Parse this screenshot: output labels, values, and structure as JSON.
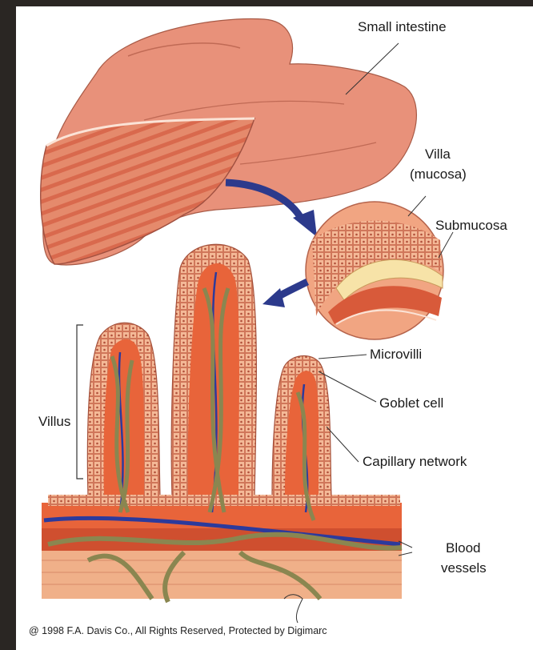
{
  "labels": {
    "small_intestine": "Small intestine",
    "villa_line1": "Villa",
    "villa_line2": "(mucosa)",
    "submucosa": "Submucosa",
    "microvilli": "Microvilli",
    "goblet_cell": "Goblet cell",
    "capillary_network": "Capillary network",
    "villus": "Villus",
    "blood_line1": "Blood",
    "blood_line2": "vessels"
  },
  "copyright": "@ 1998 F.A. Davis Co.,  All Rights Reserved, Protected by Digimarc",
  "colors": {
    "background_frame": "#2a2623",
    "intestine": "#e8917a",
    "villus_tissue": "#e8643a",
    "epithelium": "#f2b38f",
    "arrow": "#2c3a8c",
    "vein": "#2c3a9c",
    "capillary": "#8a8650"
  }
}
